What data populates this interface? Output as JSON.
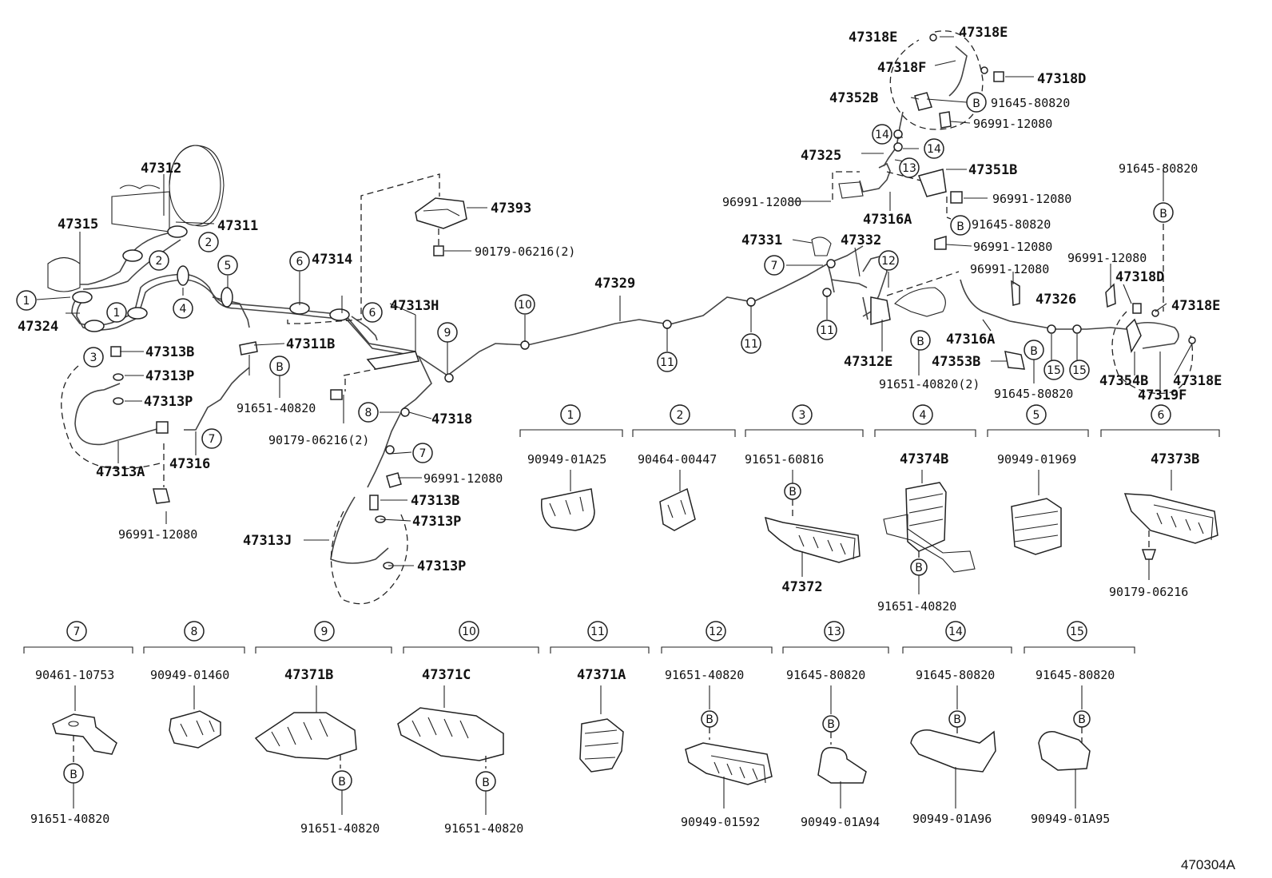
{
  "callouts": {
    "c1": "1",
    "c2": "2",
    "c3": "3",
    "c4": "4",
    "c5": "5",
    "c6": "6",
    "c7": "7",
    "c8": "8",
    "c9": "9",
    "c10": "10",
    "c11": "11",
    "c12": "12",
    "c13": "13",
    "c14": "14",
    "c15": "15",
    "b": "B"
  },
  "main_labels": {
    "p47312": "47312",
    "p47311": "47311",
    "p47315": "47315",
    "p47324": "47324",
    "p47313B": "47313B",
    "p47313P": "47313P",
    "p47313A": "47313A",
    "p47316": "47316",
    "p96991": "96991-12080",
    "p47311B": "47311B",
    "p91651_40820": "91651-40820",
    "p47314": "47314",
    "p47313H": "47313H",
    "p47393": "47393",
    "p90179_2": "90179-06216(2)",
    "p47318": "47318",
    "p47313J": "47313J",
    "p47329": "47329",
    "p47331": "47331",
    "p47332": "47332",
    "p47325": "47325",
    "p47316A": "47316A",
    "p47351B": "47351B",
    "p47318E": "47318E",
    "p47318F": "47318F",
    "p47318D": "47318D",
    "p47352B": "47352B",
    "p91645_80820": "91645-80820",
    "p47312E": "47312E",
    "p91651_2": "91651-40820(2)",
    "p47353B": "47353B",
    "p47326": "47326",
    "p47354B": "47354B",
    "p47319F": "47319F"
  },
  "detail_groups": [
    {
      "num": "1",
      "top": "90949-01A25"
    },
    {
      "num": "2",
      "top": "90464-00447"
    },
    {
      "num": "3",
      "top": "91651-60816",
      "bottom": "47372"
    },
    {
      "num": "4",
      "top": "47374B",
      "bottom": "91651-40820"
    },
    {
      "num": "5",
      "top": "90949-01969"
    },
    {
      "num": "6",
      "top": "47373B",
      "bottom": "90179-06216"
    },
    {
      "num": "7",
      "top": "90461-10753",
      "bottom": "91651-40820"
    },
    {
      "num": "8",
      "top": "90949-01460"
    },
    {
      "num": "9",
      "top": "47371B",
      "bottom": "91651-40820"
    },
    {
      "num": "10",
      "top": "47371C",
      "bottom": "91651-40820"
    },
    {
      "num": "11",
      "top": "47371A"
    },
    {
      "num": "12",
      "top": "91651-40820",
      "bottom": "90949-01592"
    },
    {
      "num": "13",
      "top": "91645-80820",
      "bottom": "90949-01A94"
    },
    {
      "num": "14",
      "top": "91645-80820",
      "bottom": "90949-01A96"
    },
    {
      "num": "15",
      "top": "91645-80820",
      "bottom": "90949-01A95"
    }
  ],
  "figure_ref": "470304A"
}
